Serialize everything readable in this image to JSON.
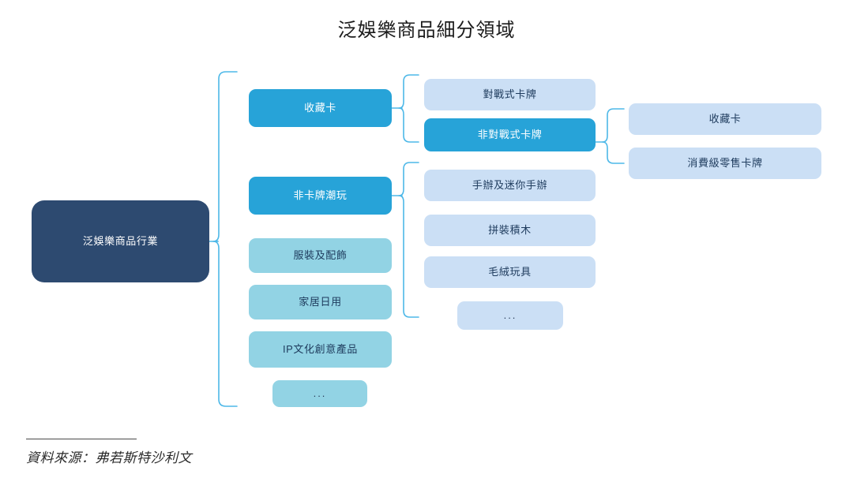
{
  "title": "泛娛樂商品細分領域",
  "footer": {
    "source": "資料來源：弗若斯特沙利文"
  },
  "colors": {
    "root": "#2d4a70",
    "level2_highlight": "#27a3d8",
    "level2_normal": "#92d3e4",
    "level3_normal": "#cbdff5",
    "level3_highlight": "#27a3d8",
    "level4_normal": "#cbdff5",
    "bracket": "#4db8e8",
    "title_text": "#1c1c1c",
    "footer_text": "#2b2b2b"
  },
  "diagram": {
    "root": {
      "label": "泛娛樂商品行業"
    },
    "level2": [
      {
        "label": "收藏卡",
        "style": "bright"
      },
      {
        "label": "非卡牌潮玩",
        "style": "bright"
      },
      {
        "label": "服裝及配飾",
        "style": "light"
      },
      {
        "label": "家居日用",
        "style": "light"
      },
      {
        "label": "IP文化創意產品",
        "style": "light"
      },
      {
        "label": "...",
        "style": "light"
      }
    ],
    "level3_cards": [
      {
        "label": "對戰式卡牌",
        "style": "pale"
      },
      {
        "label": "非對戰式卡牌",
        "style": "bright"
      }
    ],
    "level3_toys": [
      {
        "label": "手辦及迷你手辦",
        "style": "pale"
      },
      {
        "label": "拼裝積木",
        "style": "pale"
      },
      {
        "label": "毛絨玩具",
        "style": "pale"
      },
      {
        "label": "...",
        "style": "pale"
      }
    ],
    "level4": [
      {
        "label": "收藏卡",
        "style": "pale"
      },
      {
        "label": "消費級零售卡牌",
        "style": "pale"
      }
    ]
  }
}
